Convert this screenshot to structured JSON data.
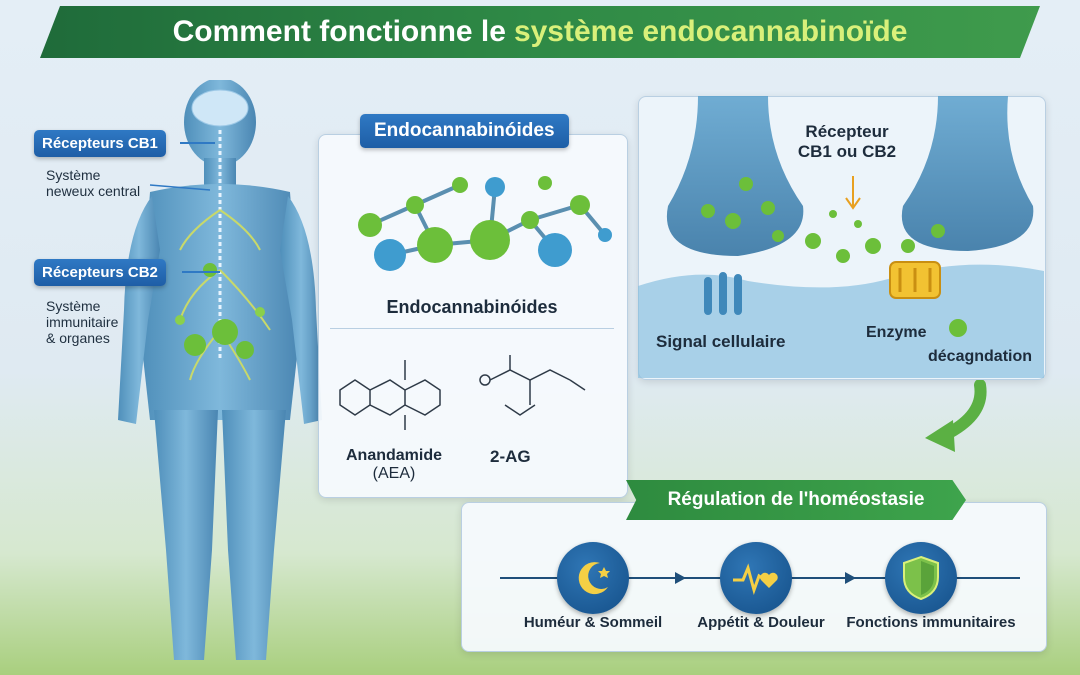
{
  "title": {
    "part1": "Comment fonctionne le",
    "part2": "système endocannabinoïde"
  },
  "body": {
    "cb1_label": "Récepteurs CB1",
    "cb1_desc_line1": "Système",
    "cb1_desc_line2": "neweux central",
    "cb2_label": "Récepteurs CB2",
    "cb2_desc_line1": "Système",
    "cb2_desc_line2": "immunitaire",
    "cb2_desc_line3": "& organes"
  },
  "endo_panel": {
    "tag": "Endocannabinóides",
    "molecule_caption": "Endocannabinóides",
    "anandamide_line1": "Anandamide",
    "anandamide_line2": "(AEA)",
    "two_ag": "2-AG"
  },
  "synapse": {
    "receptor_line1": "Récepteur",
    "receptor_line2": "CB1 ou CB2",
    "signal": "Signal cellulaire",
    "enzyme": "Enzyme",
    "degradation": "décagndation"
  },
  "homeostasis": {
    "tag": "Régulation de l'homéostasie",
    "items": [
      {
        "icon": "moon-icon",
        "label": "Huméur & Sommeil"
      },
      {
        "icon": "heartbeat-icon",
        "label": "Appétit & Douleur"
      },
      {
        "icon": "shield-icon",
        "label": "Fonctions immunitaires"
      }
    ]
  },
  "colors": {
    "title_green": "#2f8a46",
    "title_accent": "#d9f07a",
    "label_blue": "#1e5ea6",
    "molecule_green": "#6cbf3a",
    "molecule_blue": "#3f9ccf"
  }
}
